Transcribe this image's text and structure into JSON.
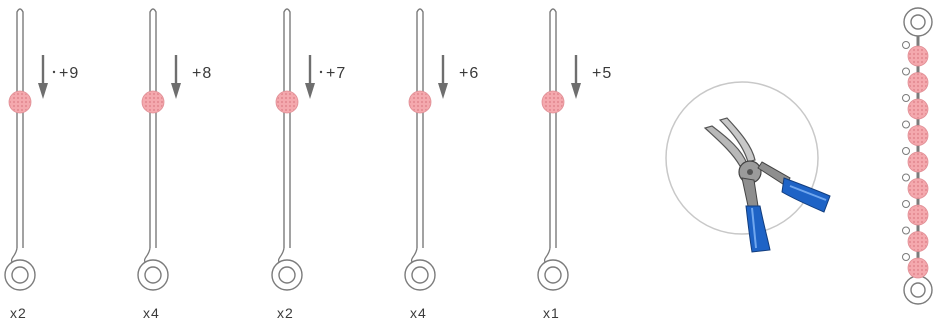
{
  "pins": [
    {
      "step_label": "+9",
      "dot": true,
      "quantity": "x2"
    },
    {
      "step_label": "+8",
      "dot": false,
      "quantity": "x4"
    },
    {
      "step_label": "+7",
      "dot": true,
      "quantity": "x2"
    },
    {
      "step_label": "+6",
      "dot": false,
      "quantity": "x4"
    },
    {
      "step_label": "+5",
      "dot": false,
      "quantity": "x1"
    }
  ],
  "tool": {
    "icon": "round-nose-pliers-icon",
    "handle_color": "#1e63c6",
    "circle_color": "#c8c8c8"
  },
  "chain": {
    "bead_count": 9,
    "bead_color": "#f2a5aa"
  },
  "colors": {
    "wire": "#7b7b7b",
    "arrow": "#6e6e6e",
    "bead": "#f4a9ae",
    "bead_dot": "#e28f95"
  }
}
